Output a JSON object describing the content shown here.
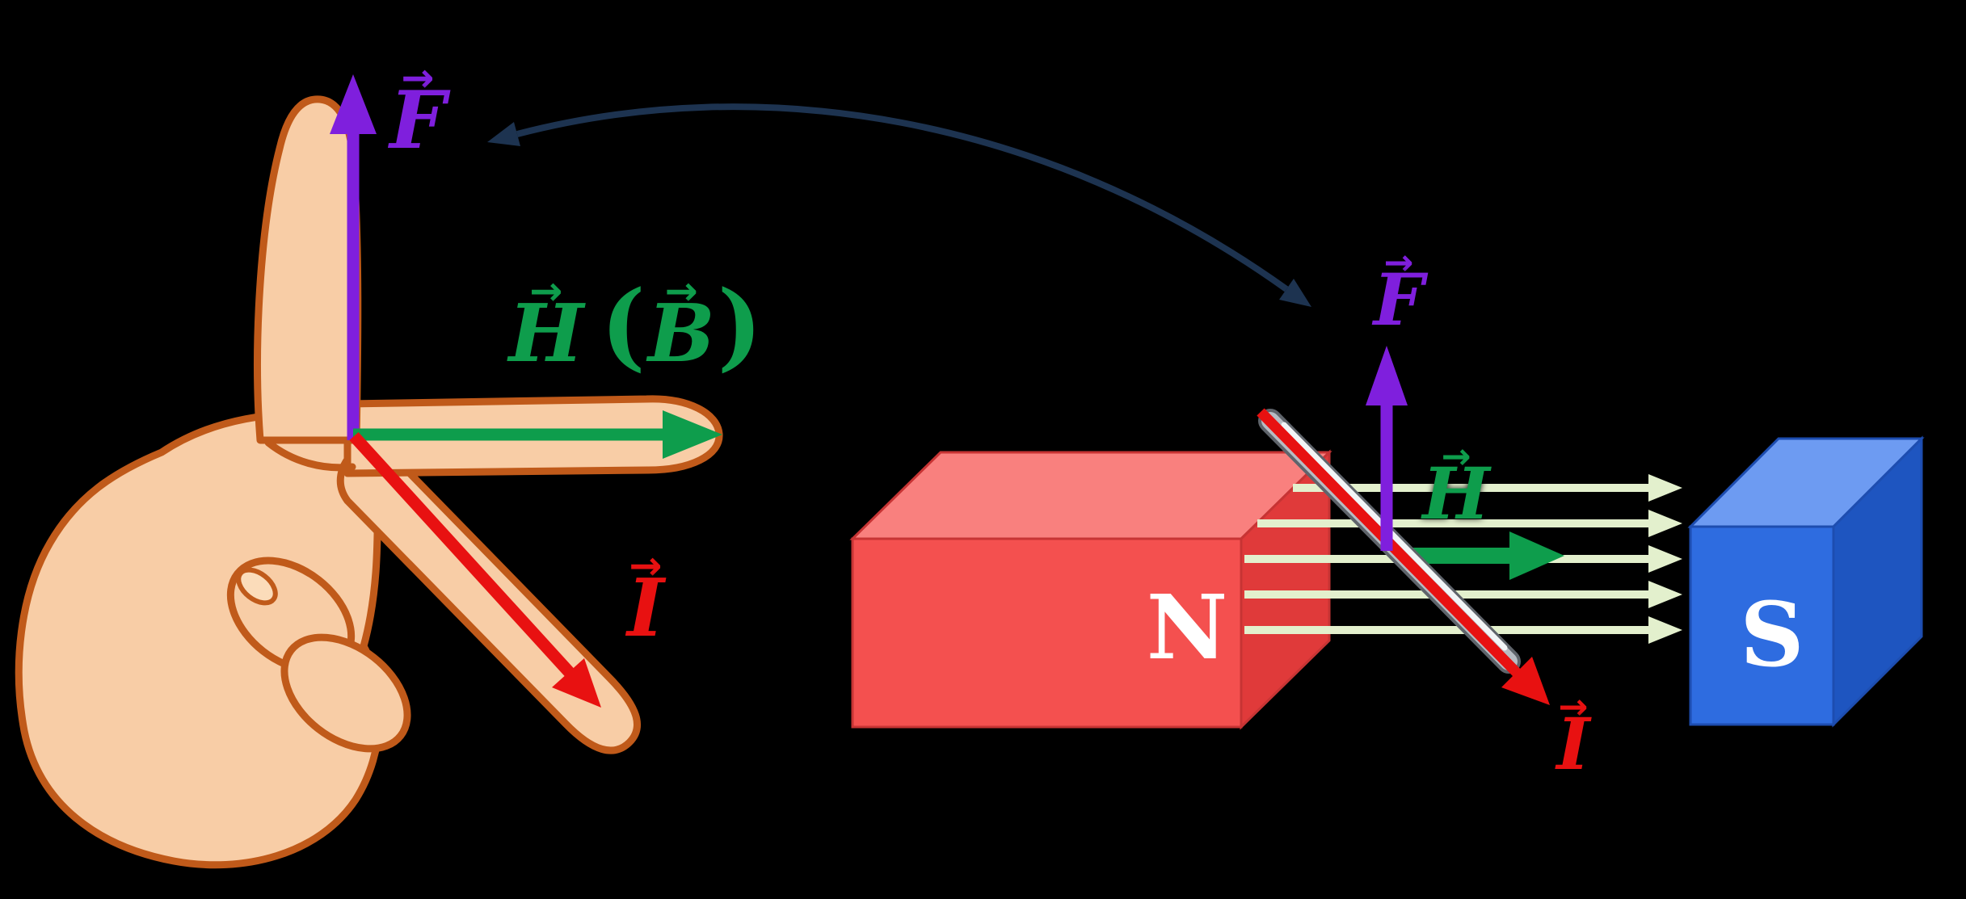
{
  "labels": {
    "vec_arrow": "→",
    "hand_diagram": {
      "force": "F",
      "field": "H",
      "paren_open": "(",
      "field_alt": "B",
      "paren_close": ")",
      "current": "I"
    },
    "magnet_diagram": {
      "force": "F",
      "field": "H",
      "current": "I",
      "north_pole": "N",
      "south_pole": "S"
    }
  },
  "colors": {
    "background": "#000000",
    "force_arrow": "#7f1fdd",
    "field_arrow": "#0e9d4c",
    "current_arrow": "#e81111",
    "field_line": "#e3f0cd",
    "connector_arrow": "#1d3350",
    "hand_fill": "#f8cda6",
    "hand_nail": "#fbdcba",
    "hand_outline": "#c05a1a",
    "rod_body": "#b7bcc3",
    "rod_edge": "#5f646b",
    "rod_highlight": "#f2f4f6",
    "north_front": "#f4504f",
    "north_top": "#f9807e",
    "north_side": "#e03a3a",
    "south_front": "#2e6ce0",
    "south_top": "#6d9bf2",
    "south_side": "#1e55c0",
    "pole_text": "#ffffff"
  }
}
